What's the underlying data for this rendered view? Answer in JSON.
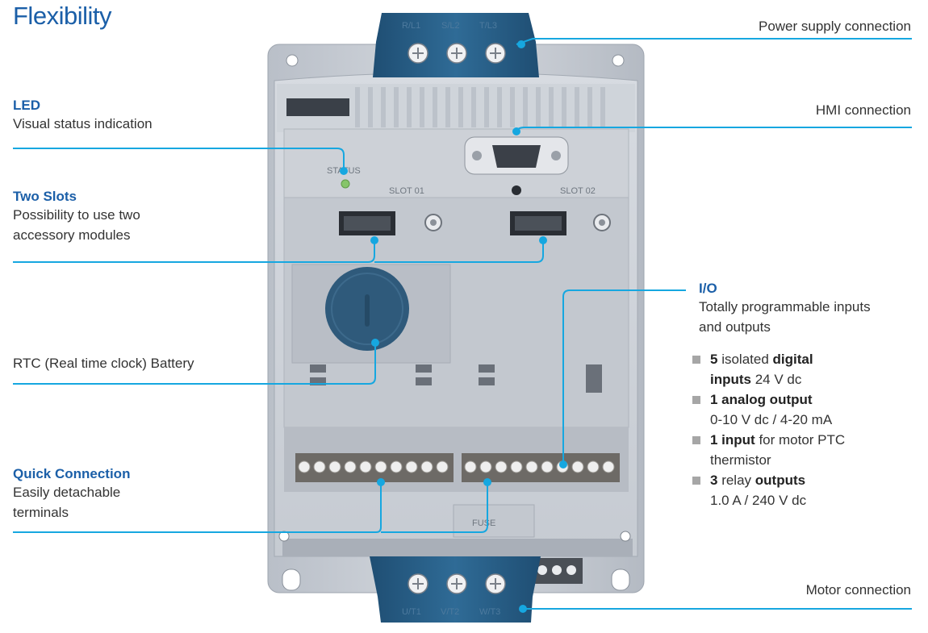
{
  "title": "Flexibility",
  "callouts": {
    "power": "Power supply connection",
    "hmi": "HMI connection",
    "motor": "Motor connection",
    "rtc": "RTC (Real time clock) Battery",
    "led": {
      "heading": "LED",
      "desc": "Visual status indication"
    },
    "slots": {
      "heading": "Two Slots",
      "desc_line1": "Possibility to use two",
      "desc_line2": "accessory modules"
    },
    "quick": {
      "heading": "Quick Connection",
      "desc_line1": "Easily detachable",
      "desc_line2": "terminals"
    },
    "io": {
      "heading": "I/O",
      "desc_line1": "Totally programmable inputs",
      "desc_line2": "and outputs",
      "bullets": [
        {
          "b1": "5",
          "t1": " isolated ",
          "b2": "digital",
          "line2_bold": "inputs",
          "line2_rest": " 24 V dc"
        },
        {
          "b1": "1 analog output",
          "line2": "0-10 V dc / 4-20 mA"
        },
        {
          "b1": "1 input",
          "t1": " for motor PTC",
          "line2": "thermistor"
        },
        {
          "b1": "3",
          "t1": " relay ",
          "b2": "outputs",
          "line2": "1.0 A / 240 V dc"
        }
      ]
    }
  },
  "device": {
    "top_terminals": [
      "R/L1",
      "S/L2",
      "T/L3"
    ],
    "bottom_terminals": [
      "U/T1",
      "V/T2",
      "W/T3"
    ],
    "status_label": "STATUS",
    "slot1_label": "SLOT 01",
    "slot2_label": "SLOT 02",
    "fuse_label": "FUSE"
  },
  "colors": {
    "accent": "#1b5fa8",
    "leader": "#16a7e0",
    "housing": "#c9ced6",
    "terminal_block": "#2b5f86"
  }
}
